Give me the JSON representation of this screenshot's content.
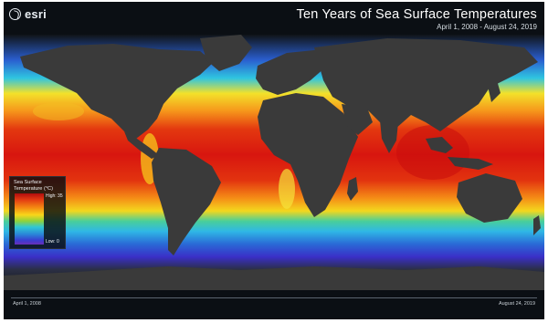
{
  "header": {
    "logo_text": "esri",
    "title": "Ten Years of Sea Surface Temperatures",
    "date_range": "April 1, 2008 - August 24, 2019"
  },
  "legend": {
    "title": "Sea Surface Temperature (°C)",
    "high_label": "High: 35",
    "low_label": "Low: 0"
  },
  "timeline": {
    "start_label": "April 1, 2008",
    "end_label": "August 24, 2019"
  },
  "colors": {
    "land": "#3a3a3a",
    "background": "#0b0f14",
    "hot": "#d8160f",
    "warm": "#f29512",
    "mild": "#f1d51c",
    "cool": "#2fbfe0",
    "cold": "#2f3fcf"
  },
  "icons": {
    "logo": "esri-globe-icon"
  }
}
